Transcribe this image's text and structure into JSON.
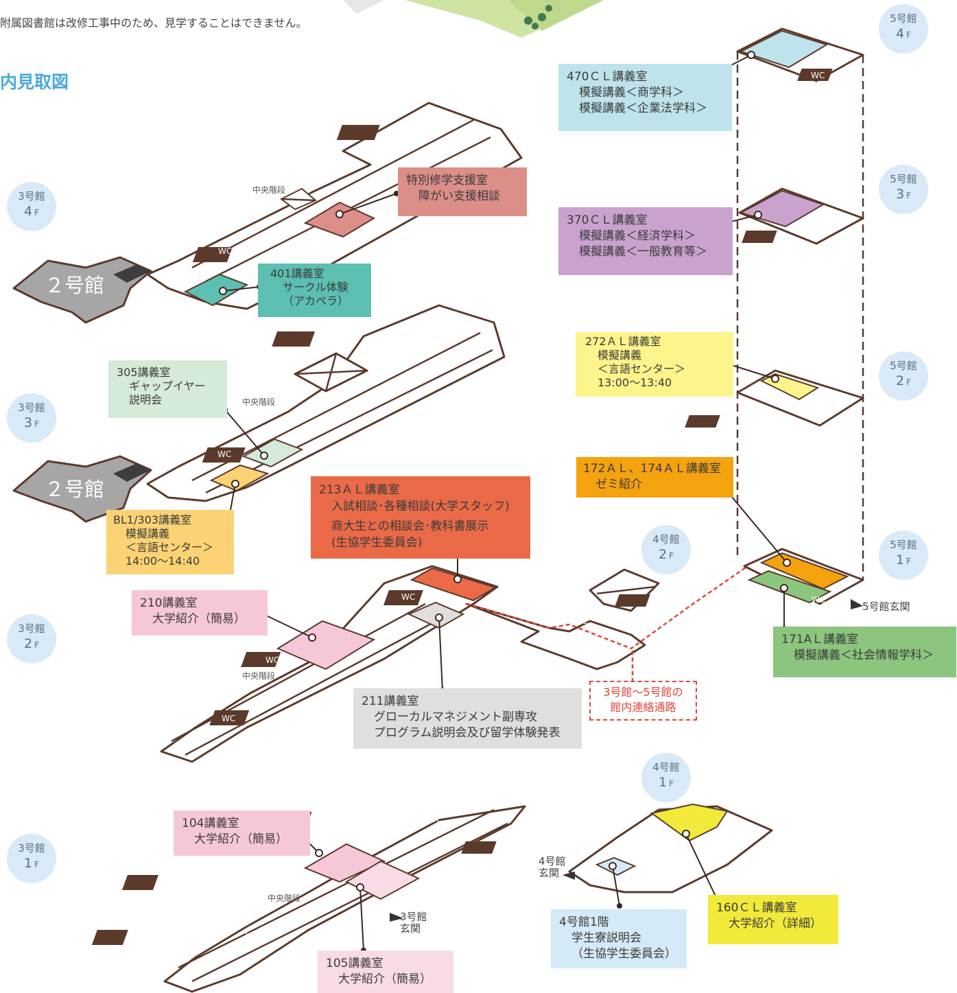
{
  "notice": "附属図書館は改修工事中のため、見学することはできません。",
  "section_title": "内見取図",
  "labels": {
    "central_stairs": "中央階段",
    "wc": "WC",
    "building2": "２号館",
    "route": [
      "3号館～5号館の",
      "館内連絡通路"
    ],
    "entrance_b5": "5号館玄関",
    "entrance_b3": [
      "3号館",
      "玄関"
    ],
    "entrance_b4": [
      "4号館",
      "玄関"
    ]
  },
  "floor_badges": [
    {
      "id": "b5-4f",
      "building": "5号館",
      "floor": "4",
      "unit": "F"
    },
    {
      "id": "b5-3f",
      "building": "5号館",
      "floor": "3",
      "unit": "F"
    },
    {
      "id": "b5-2f",
      "building": "5号館",
      "floor": "2",
      "unit": "F"
    },
    {
      "id": "b5-1f",
      "building": "5号館",
      "floor": "1",
      "unit": "F"
    },
    {
      "id": "b3-4f",
      "building": "3号館",
      "floor": "4",
      "unit": "F"
    },
    {
      "id": "b3-3f",
      "building": "3号館",
      "floor": "3",
      "unit": "F"
    },
    {
      "id": "b3-2f",
      "building": "3号館",
      "floor": "2",
      "unit": "F"
    },
    {
      "id": "b3-1f",
      "building": "3号館",
      "floor": "1",
      "unit": "F"
    },
    {
      "id": "b4-2f",
      "building": "4号館",
      "floor": "2",
      "unit": "F"
    },
    {
      "id": "b4-1f",
      "building": "4号館",
      "floor": "1",
      "unit": "F"
    }
  ],
  "rooms": [
    {
      "id": "r470",
      "color": "#bfe3ec",
      "lines": [
        "470ＣＬ講義室",
        "模擬講義＜商学科＞",
        "模擬講義＜企業法学科＞"
      ]
    },
    {
      "id": "r370",
      "color": "#c9a3cd",
      "lines": [
        "370ＣＬ講義室",
        "模擬講義＜経済学科＞",
        "模擬講義＜一般教育等＞"
      ]
    },
    {
      "id": "r272",
      "color": "#fdf48b",
      "lines": [
        "272ＡＬ講義室",
        "模擬講義",
        "＜言語センター＞",
        "13:00～13:40"
      ]
    },
    {
      "id": "r172",
      "color": "#f4a20e",
      "lines": [
        "172ＡＬ、174ＡＬ講義室",
        "ゼミ紹介"
      ]
    },
    {
      "id": "r171",
      "color": "#8bc57e",
      "lines": [
        "171AＬ講義室",
        "模擬講義＜社会情報学科＞"
      ]
    },
    {
      "id": "rtokubetsu",
      "color": "#dc8e89",
      "lines": [
        "特別修学支援室",
        "障がい支援相談"
      ]
    },
    {
      "id": "r401",
      "color": "#5cbfb2",
      "lines": [
        "401講義室",
        "サークル体験",
        "（アカペラ）"
      ]
    },
    {
      "id": "r305",
      "color": "#d5ead7",
      "lines": [
        "305講義室",
        "ギャップイヤー",
        "説明会"
      ]
    },
    {
      "id": "rbl1",
      "color": "#fbd374",
      "lines": [
        "BL1/303講義室",
        "模擬講義",
        "＜言語センター＞",
        "14:00～14:40"
      ]
    },
    {
      "id": "r213",
      "color": "#ea6a48",
      "lines": [
        "213ＡＬ講義室",
        "入試相談･各種相談(大学スタッフ)",
        "商大生との相談会･教科書展示",
        "(生協学生委員会)"
      ]
    },
    {
      "id": "r210",
      "color": "#f6c8d7",
      "lines": [
        "210講義室",
        "大学紹介（簡易）"
      ]
    },
    {
      "id": "r211",
      "color": "#e2dedb",
      "lines": [
        "211講義室",
        "グローカルマネジメント副専攻",
        "プログラム説明会及び留学体験発表"
      ]
    },
    {
      "id": "r104",
      "color": "#f6c8d7",
      "lines": [
        "104講義室",
        "大学紹介（簡易）"
      ]
    },
    {
      "id": "r105",
      "color": "#f9dbe6",
      "lines": [
        "105講義室",
        "大学紹介（簡易）"
      ]
    },
    {
      "id": "r4f1",
      "color": "#d4eaf6",
      "lines": [
        "4号館1階",
        "学生寮説明会",
        "（生協学生委員会）"
      ]
    },
    {
      "id": "r160",
      "color": "#f1ea3a",
      "lines": [
        "160ＣＬ講義室",
        "大学紹介（詳細）"
      ]
    }
  ]
}
